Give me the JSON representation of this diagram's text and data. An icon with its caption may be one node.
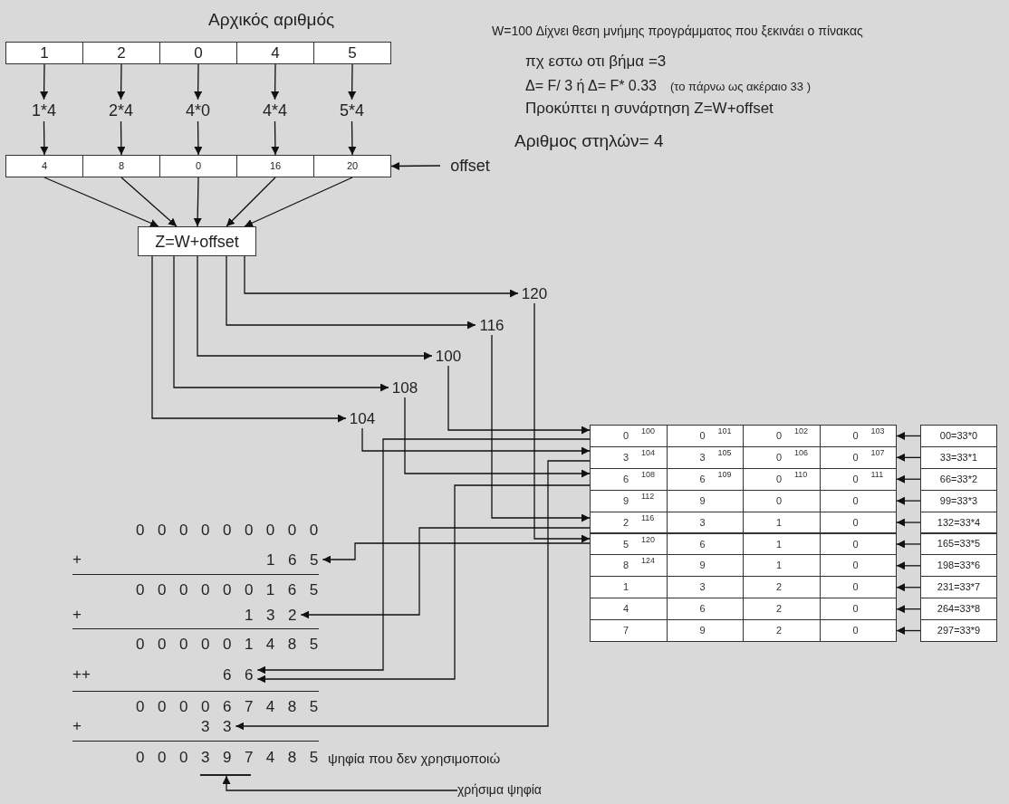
{
  "diagram": {
    "title": "Αρχικός αριθμός",
    "nodes": [
      {
        "text": [
          "1"
        ]
      },
      {
        "text": [
          "2"
        ]
      },
      {
        "text": [
          "0"
        ]
      },
      {
        "text": [
          "4"
        ]
      },
      {
        "text": [
          "5"
        ]
      },
      {
        "text": [
          "1*4"
        ]
      },
      {
        "text": [
          "2*4"
        ]
      },
      {
        "text": [
          "4*0"
        ]
      },
      {
        "text": [
          "4*4"
        ]
      },
      {
        "text": [
          "5*4"
        ]
      },
      {
        "text": [
          "4"
        ]
      },
      {
        "text": [
          "8"
        ]
      },
      {
        "text": [
          "0"
        ]
      },
      {
        "text": [
          "16"
        ]
      },
      {
        "text": [
          "20"
        ]
      },
      {
        "text": [
          "offset"
        ]
      },
      {
        "text": [
          "Z=W+offset"
        ]
      },
      {
        "text": [
          "120"
        ]
      },
      {
        "text": [
          "116"
        ]
      },
      {
        "text": [
          "100"
        ]
      },
      {
        "text": [
          "108"
        ]
      },
      {
        "text": [
          "104"
        ]
      },
      {
        "text": [
          "0",
          "100"
        ]
      },
      {
        "text": [
          "0",
          "101"
        ]
      },
      {
        "text": [
          "0",
          "102"
        ]
      },
      {
        "text": [
          "0",
          "103"
        ]
      },
      {
        "text": [
          "3",
          "104"
        ]
      },
      {
        "text": [
          "3",
          "105"
        ]
      },
      {
        "text": [
          "0",
          "106"
        ]
      },
      {
        "text": [
          "0",
          "107"
        ]
      },
      {
        "text": [
          "6",
          "108"
        ]
      },
      {
        "text": [
          "6",
          "109"
        ]
      },
      {
        "text": [
          "0",
          "110"
        ]
      },
      {
        "text": [
          "0",
          "111"
        ]
      },
      {
        "text": [
          "9",
          "112"
        ]
      },
      {
        "text": [
          "9"
        ]
      },
      {
        "text": [
          "0"
        ]
      },
      {
        "text": [
          "0"
        ]
      },
      {
        "text": [
          "2",
          "116"
        ]
      },
      {
        "text": [
          "3"
        ]
      },
      {
        "text": [
          "1"
        ]
      },
      {
        "text": [
          "0"
        ]
      },
      {
        "text": [
          "5",
          "120"
        ]
      },
      {
        "text": [
          "6"
        ]
      },
      {
        "text": [
          "1"
        ]
      },
      {
        "text": [
          "0"
        ]
      },
      {
        "text": [
          "8",
          "124"
        ]
      },
      {
        "text": [
          "9"
        ]
      },
      {
        "text": [
          "1"
        ]
      },
      {
        "text": [
          "0"
        ]
      },
      {
        "text": [
          "1"
        ]
      },
      {
        "text": [
          "3"
        ]
      },
      {
        "text": [
          "2"
        ]
      },
      {
        "text": [
          "0"
        ]
      },
      {
        "text": [
          "4"
        ]
      },
      {
        "text": [
          "6"
        ]
      },
      {
        "text": [
          "2"
        ]
      },
      {
        "text": [
          "0"
        ]
      },
      {
        "text": [
          "7"
        ]
      },
      {
        "text": [
          "9"
        ]
      },
      {
        "text": [
          "2"
        ]
      },
      {
        "text": [
          "0"
        ]
      },
      {
        "text": [
          "00=33*0"
        ]
      },
      {
        "text": [
          "33=33*1"
        ]
      },
      {
        "text": [
          "66=33*2"
        ]
      },
      {
        "text": [
          "99=33*3"
        ]
      },
      {
        "text": [
          "132=33*4"
        ]
      },
      {
        "text": [
          "165=33*5"
        ]
      },
      {
        "text": [
          "198=33*6"
        ]
      },
      {
        "text": [
          "231=33*7"
        ]
      },
      {
        "text": [
          "264=33*8"
        ]
      },
      {
        "text": [
          "297=33*9"
        ]
      },
      {
        "text": [
          "1 6 5"
        ]
      },
      {
        "text": [
          "1 3 2"
        ]
      },
      {
        "text": [
          "6 6"
        ]
      },
      {
        "text": [
          "3 3"
        ]
      },
      {
        "text": [],
        "shape": "bar"
      },
      {
        "text": [
          "χρήσιμα ψηφία"
        ]
      }
    ],
    "edges": [
      {
        "from": 0,
        "to": 5,
        "arrow": "to"
      },
      {
        "from": 1,
        "to": 6,
        "arrow": "to"
      },
      {
        "from": 2,
        "to": 7,
        "arrow": "to"
      },
      {
        "from": 3,
        "to": 8,
        "arrow": "to"
      },
      {
        "from": 4,
        "to": 9,
        "arrow": "to"
      },
      {
        "from": 5,
        "to": 10,
        "arrow": "to"
      },
      {
        "from": 6,
        "to": 11,
        "arrow": "to"
      },
      {
        "from": 7,
        "to": 12,
        "arrow": "to"
      },
      {
        "from": 8,
        "to": 13,
        "arrow": "to"
      },
      {
        "from": 9,
        "to": 14,
        "arrow": "to"
      },
      {
        "from": 15,
        "to": 14,
        "arrow": "to"
      },
      {
        "from": 10,
        "to": 16,
        "arrow": "to"
      },
      {
        "from": 11,
        "to": 16,
        "arrow": "to"
      },
      {
        "from": 12,
        "to": 16,
        "arrow": "to"
      },
      {
        "from": 13,
        "to": 16,
        "arrow": "to"
      },
      {
        "from": 14,
        "to": 16,
        "arrow": "to"
      },
      {
        "from": 16,
        "to": 17,
        "arrow": "to"
      },
      {
        "from": 16,
        "to": 18,
        "arrow": "to"
      },
      {
        "from": 16,
        "to": 19,
        "arrow": "to"
      },
      {
        "from": 16,
        "to": 20,
        "arrow": "to"
      },
      {
        "from": 16,
        "to": 21,
        "arrow": "to"
      },
      {
        "from": 17,
        "to": 42,
        "arrow": "to"
      },
      {
        "from": 18,
        "to": 38,
        "arrow": "to"
      },
      {
        "from": 19,
        "to": 22,
        "arrow": "to"
      },
      {
        "from": 20,
        "to": 30,
        "arrow": "to"
      },
      {
        "from": 21,
        "to": 26,
        "arrow": "to"
      },
      {
        "from": 62,
        "to": 25,
        "arrow": "to"
      },
      {
        "from": 63,
        "to": 29,
        "arrow": "to"
      },
      {
        "from": 64,
        "to": 33,
        "arrow": "to"
      },
      {
        "from": 65,
        "to": 37,
        "arrow": "to"
      },
      {
        "from": 66,
        "to": 41,
        "arrow": "to"
      },
      {
        "from": 67,
        "to": 45,
        "arrow": "to"
      },
      {
        "from": 68,
        "to": 49,
        "arrow": "to"
      },
      {
        "from": 69,
        "to": 53,
        "arrow": "to"
      },
      {
        "from": 70,
        "to": 57,
        "arrow": "to"
      },
      {
        "from": 71,
        "to": 61,
        "arrow": "to"
      },
      {
        "from": 42,
        "to": 72,
        "arrow": "to"
      },
      {
        "from": 38,
        "to": 73,
        "arrow": "to"
      },
      {
        "from": 22,
        "to": 74,
        "arrow": "to"
      },
      {
        "from": 30,
        "to": 74,
        "arrow": "to"
      },
      {
        "from": 26,
        "to": 75,
        "arrow": "to"
      },
      {
        "from": 77,
        "to": 76,
        "arrow": "to"
      }
    ],
    "labels": [
      "W=100 Δίχνει θεση μνήμης προγράμματος που ξεκινάει ο πίνακας",
      "πχ εστω οτι βήμα =3",
      "Δ= F/ 3 ή Δ= F* 0.33",
      "(το πάρνω ως ακέραιο 33 )",
      "Προκύπτει η συνάρτηση Z=W+offset",
      "Αριθμος στηλών= 4",
      "0 0 0 0 0 0 0 0 0",
      "+",
      "0 0 0 0 0 0 1 6 5",
      "+",
      "0 0 0 0 0 1 4 8 5",
      "++",
      "0 0 0 0 6 7 4 8 5",
      "+",
      "0 0 0 3 9 7 4 8 5",
      "ψηφία που δεν χρησιμοποιώ"
    ]
  }
}
